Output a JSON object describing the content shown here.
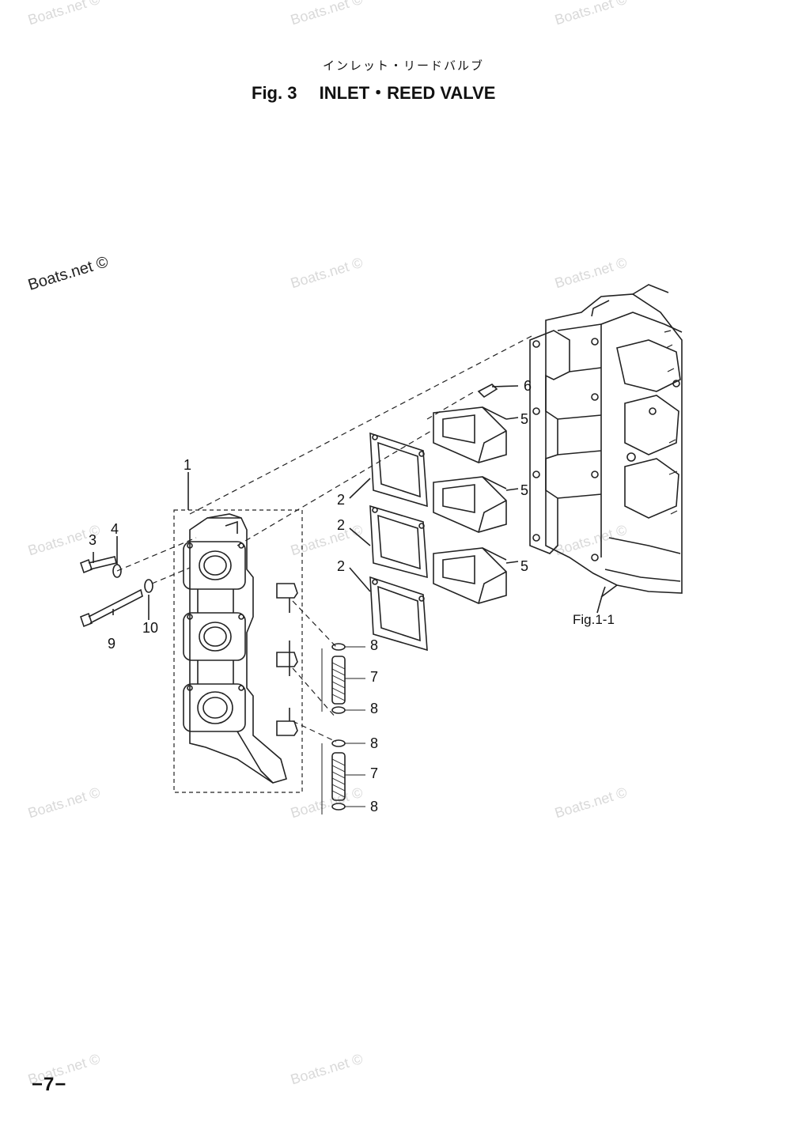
{
  "header": {
    "title_jp": "インレット・リードバルブ",
    "fig_label": "Fig. 3",
    "title": "INLET・REED VALVE"
  },
  "watermarks": [
    "Boats.net ©",
    "Boats.net ©",
    "Boats.net ©",
    "Boats.net ©",
    "Boats.net ©",
    "Boats.net ©",
    "Boats.net ©",
    "Boats.net ©",
    "Boats.net ©",
    "Boats.net ©",
    "Boats.net ©",
    "Boats.net ©",
    "Boats.net ©",
    "Boats.net ©"
  ],
  "callouts": [
    "1",
    "2",
    "2",
    "2",
    "3",
    "4",
    "5",
    "5",
    "5",
    "6",
    "7",
    "7",
    "8",
    "8",
    "8",
    "8",
    "9",
    "10"
  ],
  "figure_reference": "Fig.1-1",
  "page_number": "−7−"
}
